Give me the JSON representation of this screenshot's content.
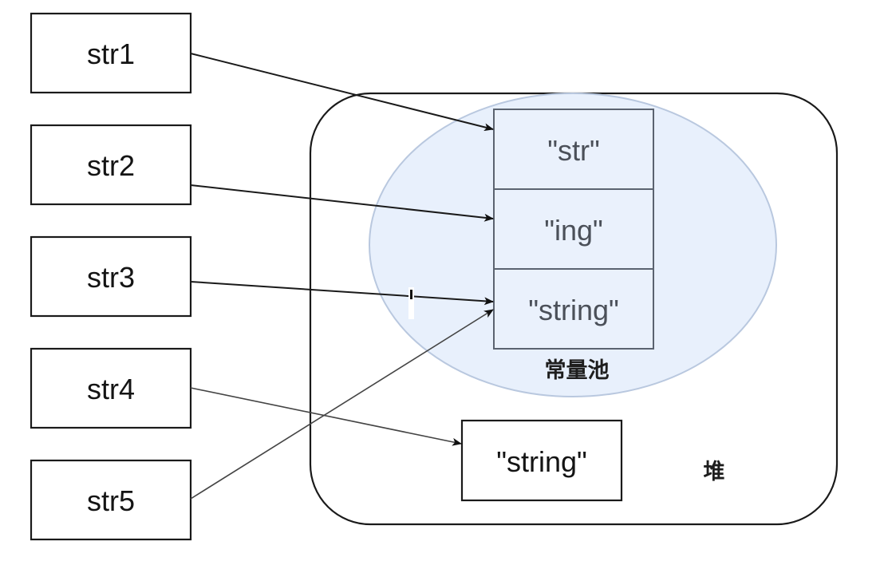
{
  "diagram": {
    "variables": [
      {
        "id": "str1",
        "label": "str1",
        "points_to": "pool_str"
      },
      {
        "id": "str2",
        "label": "str2",
        "points_to": "pool_ing"
      },
      {
        "id": "str3",
        "label": "str3",
        "points_to": "pool_string"
      },
      {
        "id": "str4",
        "label": "str4",
        "points_to": "heap_string"
      },
      {
        "id": "str5",
        "label": "str5",
        "points_to": "pool_string"
      }
    ],
    "heap": {
      "label": "堆",
      "object": {
        "id": "heap_string",
        "label": "\"string\""
      }
    },
    "constant_pool": {
      "label": "常量池",
      "cells": [
        {
          "id": "pool_str",
          "label": "\"str\""
        },
        {
          "id": "pool_ing",
          "label": "\"ing\""
        },
        {
          "id": "pool_string",
          "label": "\"string\""
        }
      ]
    },
    "colors": {
      "pool_fill": "#e8f0fc",
      "pool_stroke": "#b9c8df",
      "line": "#1a1a1a"
    }
  }
}
